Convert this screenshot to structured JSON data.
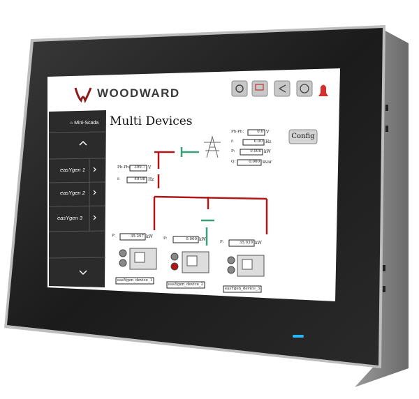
{
  "header": {
    "brand": "WOODWARD",
    "toolbar_icons": [
      "gear-icon",
      "monitor-lock-icon",
      "share-icon",
      "info-icon",
      "bell-icon"
    ]
  },
  "page": {
    "title": "Multi Devices"
  },
  "sidebar": {
    "mini_scada": "Mini-Scada",
    "items": [
      {
        "label": "easYgen 1"
      },
      {
        "label": "easYgen 2"
      },
      {
        "label": "easYgen 3"
      }
    ]
  },
  "config_button": "Config",
  "mains": {
    "ph_ph_label": "Ph-Ph:",
    "ph_ph_value": "0.0",
    "ph_ph_unit": "V",
    "f_label": "f:",
    "f_value": "0.00",
    "f_unit": "Hz",
    "p_label": "P:",
    "p_value": "0.000",
    "p_unit": "kW",
    "q_label": "Q:",
    "q_value": "0.000",
    "q_unit": "kvar"
  },
  "busbar": {
    "ph_ph_label": "Ph-Ph:",
    "ph_ph_value": "399.7",
    "ph_ph_unit": "V",
    "f_label": "f:",
    "f_value": "49.98",
    "f_unit": "Hz"
  },
  "generators": [
    {
      "name": "easYgen_device_1",
      "p_label": "P:",
      "p_value": "35.297",
      "p_unit": "kW"
    },
    {
      "name": "easYgen_device_2",
      "p_label": "P:",
      "p_value": "0.000",
      "p_unit": "kW"
    },
    {
      "name": "easYgen_device_3",
      "p_label": "P:",
      "p_value": "35.039",
      "p_unit": "kW"
    }
  ],
  "colors": {
    "bus_live": "#b01818",
    "breaker_open": "#3aa07a",
    "status_led": "#29b6f6",
    "alarm_bell": "#d32f2f"
  }
}
